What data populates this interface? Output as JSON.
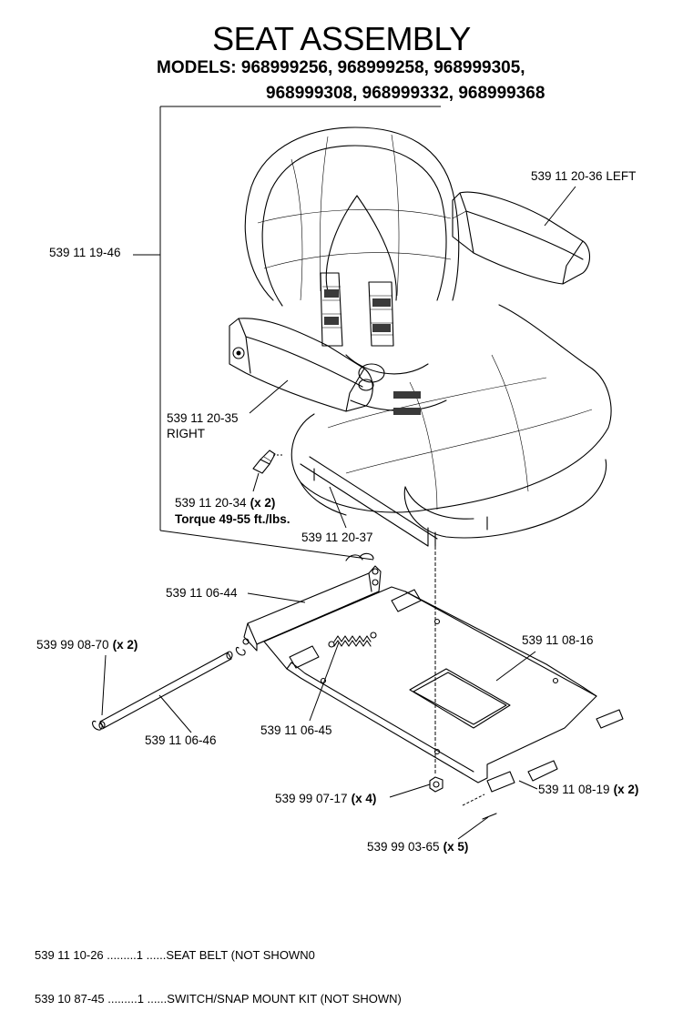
{
  "title": "SEAT ASSEMBLY",
  "models_line1": "MODELS:  968999256,  968999258,  968999305,",
  "models_line2": "968999308,  968999332,  968999368",
  "callouts": [
    {
      "id": "seat",
      "part": "539 11 19-46",
      "suffix": ""
    },
    {
      "id": "armrest-left",
      "part": "539 11 20-36 LEFT",
      "suffix": ""
    },
    {
      "id": "armrest-right",
      "part": "539 11 20-35",
      "line2": "RIGHT",
      "suffix": ""
    },
    {
      "id": "bolt",
      "part": "539 11 20-34",
      "suffix": "(x 2)",
      "line2": "Torque 49-55 ft./lbs."
    },
    {
      "id": "slide-rail",
      "part": "539 11 20-37",
      "suffix": ""
    },
    {
      "id": "hinge-bracket",
      "part": "539 11 06-44",
      "suffix": ""
    },
    {
      "id": "clip",
      "part": "539 99 08-70",
      "suffix": "(x 2)"
    },
    {
      "id": "pan",
      "part": "539 11 08-16",
      "suffix": ""
    },
    {
      "id": "rod",
      "part": "539 11 06-46",
      "suffix": ""
    },
    {
      "id": "spring",
      "part": "539 11 06-45",
      "suffix": ""
    },
    {
      "id": "nut",
      "part": "539 99 07-17",
      "suffix": "(x 4)"
    },
    {
      "id": "bushing",
      "part": "539 11 08-19",
      "suffix": "(x 2)"
    },
    {
      "id": "pin",
      "part": "539 99 03-65",
      "suffix": "(x 5)"
    }
  ],
  "parts_list": [
    {
      "part": "539 11 10-26",
      "dots1": " .........",
      "qty": "1",
      "dots2": " ......",
      "desc": "SEAT BELT (NOT SHOWN0"
    },
    {
      "part": "539 10 87-45",
      "dots1": " .........",
      "qty": "1",
      "dots2": " ......",
      "desc": "SWITCH/SNAP MOUNT KIT (NOT SHOWN)"
    }
  ]
}
